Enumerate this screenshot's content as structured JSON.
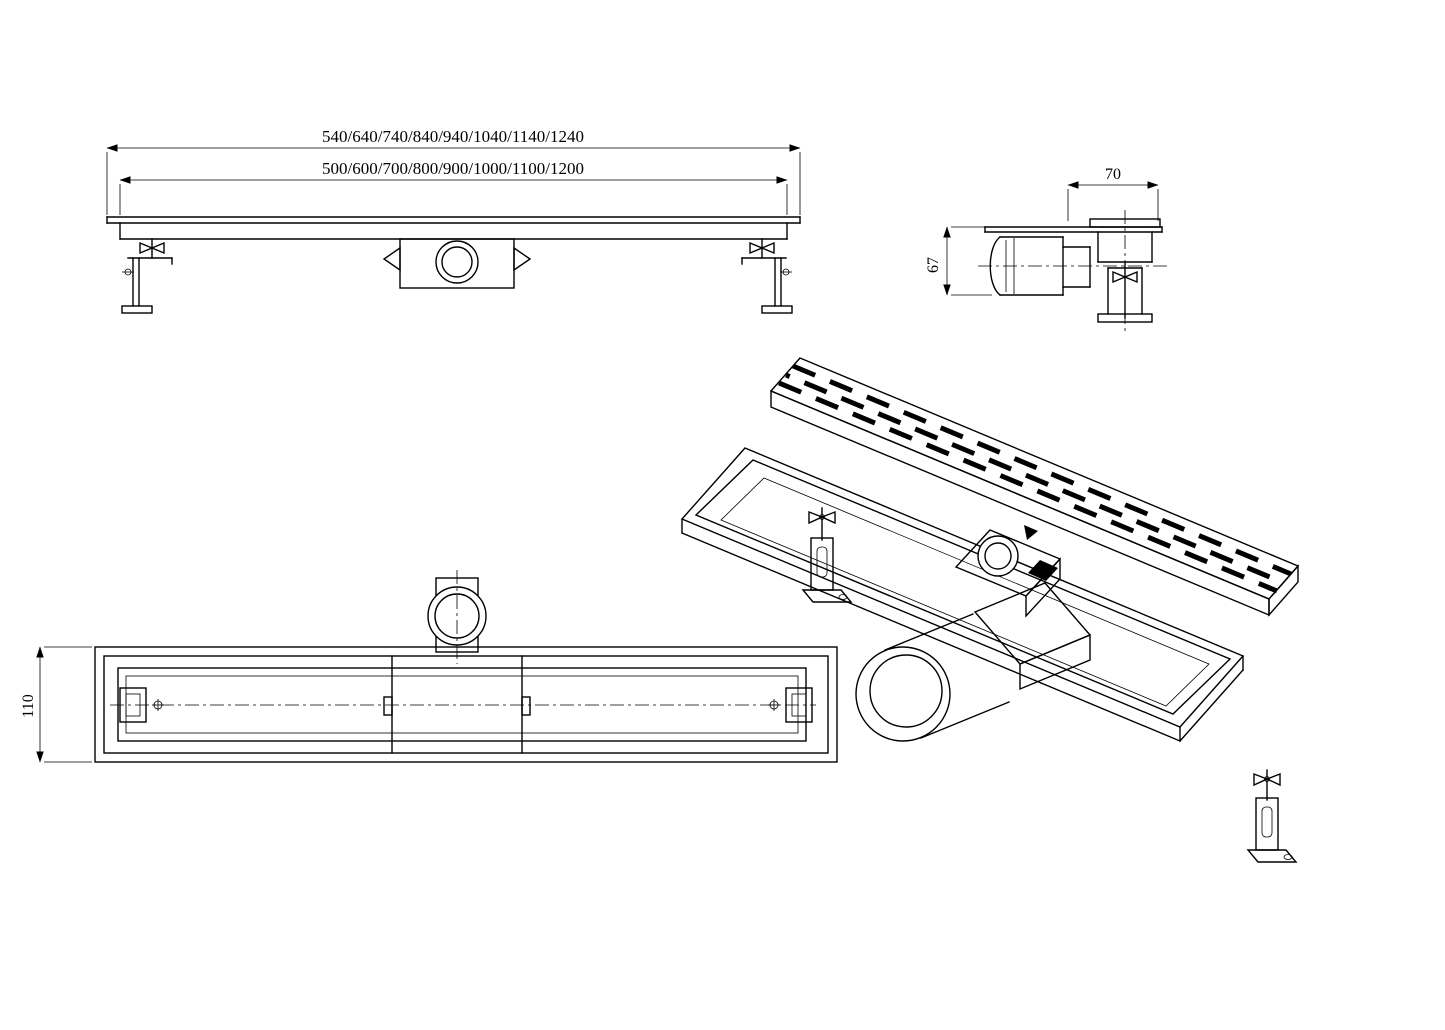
{
  "front_view": {
    "overall_length_dim": "540/640/740/840/940/1040/1140/1240",
    "grate_length_dim": "500/600/700/800/900/1000/1100/1200"
  },
  "side_view": {
    "outlet_width_dim": "70",
    "trap_height_dim": "67"
  },
  "plan_view": {
    "body_width_dim": "110"
  },
  "colors": {
    "line": "#000000",
    "background": "#ffffff"
  }
}
